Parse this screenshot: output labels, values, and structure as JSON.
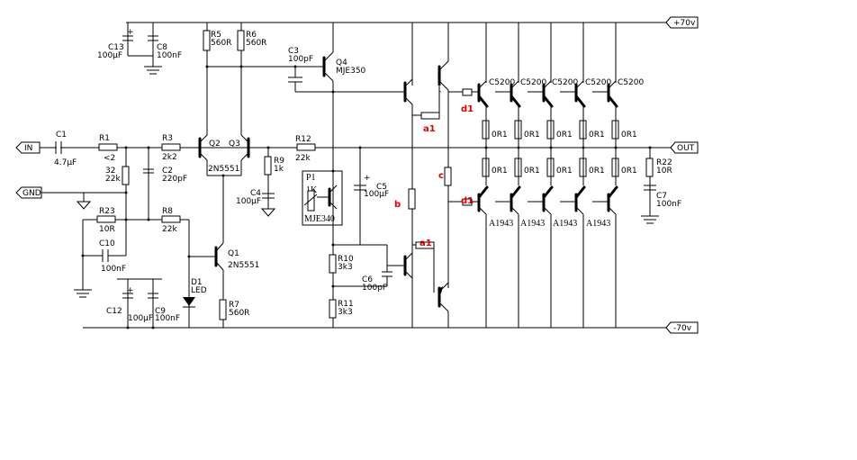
{
  "ports": {
    "in": "IN",
    "gnd": "GND",
    "out": "OUT",
    "vpos": "+70v",
    "vneg": "-70v"
  },
  "labels": {
    "c1": "C1",
    "c1v": "4.7µF",
    "r1": "R1",
    "r1v": "<2",
    "r2n": "32",
    "r2v": "22k",
    "r3": "R3",
    "r3v": "2k2",
    "c2": "C2",
    "c2v": "220pF",
    "r23": "R23",
    "r23v": "10R",
    "r8": "R8",
    "r8v": "22k",
    "c10": "C10",
    "c10v": "100nF",
    "c12": "C12",
    "c12v": "100µF",
    "c9": "C9",
    "c9v": "100nF",
    "c13": "C13",
    "c13v": "100µF",
    "c8": "C8",
    "c8v": "100nF",
    "r5": "R5",
    "r5v": "560R",
    "r6": "R6",
    "r6v": "560R",
    "q2": "Q2",
    "q3": "Q3",
    "q23v": "2N5551",
    "c3": "C3",
    "c3v": "100pF",
    "q4": "Q4",
    "q4v": "MJE350",
    "r12": "R12",
    "r12v": "22k",
    "r9": "R9",
    "r9v": "1k",
    "c4": "C4",
    "c4v": "100µF",
    "p1": "P1",
    "p1v": "1K",
    "mje340": "MJE340",
    "c5": "C5",
    "c5v": "100µF",
    "q1": "Q1",
    "q1v": "2N5551",
    "d1": "D1",
    "d1v": "LED",
    "r7": "R7",
    "r7v": "560R",
    "r10": "R10",
    "r10v": "3k3",
    "r11": "R11",
    "r11v": "3k3",
    "c6": "C6",
    "c6v": "100pF",
    "r22": "R22",
    "r22v": "10R",
    "c7": "C7",
    "c7v": "100nF",
    "or1": "0R1"
  },
  "red_labels": {
    "a1_top": "a1",
    "a1_bottom": "a1",
    "b": "b",
    "c": "c",
    "d1_top": "d1",
    "d1_bottom": "d1"
  },
  "transistors": {
    "npn": [
      "C5200",
      "C5200",
      "C5200",
      "C5200",
      "C5200"
    ],
    "pnp": [
      "A1943",
      "A1943",
      "A1943",
      "A1943"
    ]
  }
}
